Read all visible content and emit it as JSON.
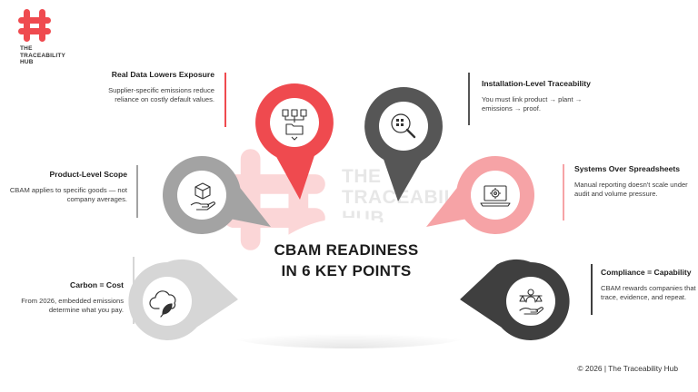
{
  "brand": {
    "name_lines": [
      "THE",
      "TRACEABILITY",
      "HUB"
    ],
    "logo_color": "#ef4a4f",
    "watermark_lines": [
      "THE",
      "TRACEABILITY",
      "HUB"
    ]
  },
  "headline": [
    "CBAM READINESS",
    "IN 6 KEY POINTS"
  ],
  "colors": {
    "red": "#ef4a4f",
    "dark": "#565656",
    "pink": "#f6a3a6",
    "grey": "#a3a3a3",
    "light": "#d6d6d6",
    "darkest": "#3f3f3f"
  },
  "points": [
    {
      "title": "Carbon = Cost",
      "description": "From 2026, embedded emissions determine what you pay.",
      "icon": "cloud-leaf-icon",
      "color": "light"
    },
    {
      "title": "Product-Level Scope",
      "description": "CBAM applies to specific goods — not company averages.",
      "icon": "box-hand-icon",
      "color": "grey"
    },
    {
      "title": "Real Data Lowers Exposure",
      "description": "Supplier-specific emissions reduce reliance on costly default values.",
      "icon": "data-folder-icon",
      "color": "red"
    },
    {
      "title": "Installation-Level Traceability",
      "description": "You must link product → plant → emissions → proof.",
      "icon": "magnifier-grid-icon",
      "color": "dark"
    },
    {
      "title": "Systems Over Spreadsheets",
      "description": "Manual reporting doesn't scale under audit and volume pressure.",
      "icon": "laptop-gear-icon",
      "color": "pink"
    },
    {
      "title": "Compliance = Capability",
      "description": "CBAM rewards companies that can trace, evidence, and repeat.",
      "icon": "person-scale-icon",
      "color": "darkest"
    }
  ],
  "footer": "© 2026 | The Traceability Hub"
}
